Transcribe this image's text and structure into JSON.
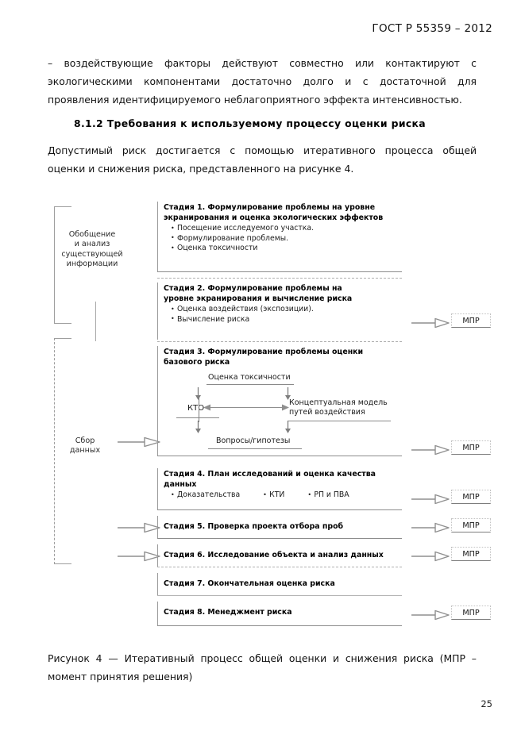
{
  "header": {
    "standard_title": "ГОСТ Р 55359 – 2012"
  },
  "body": {
    "paragraph_1": {
      "line_1": "–    воздействующие  факторы  действуют  совместно  или  контактируют  с",
      "line_2": "экологическими   компонентами   достаточно   долго   и   с   достаточной   для",
      "line_3": "проявления идентифицируемого неблагоприятного эффекта интенсивностью."
    },
    "section_heading": "8.1.2 Требования к используемому процессу оценки риска",
    "paragraph_2": {
      "line_1": "Допустимый  риск  достигается  с  помощью  итеративного  процесса  общей",
      "line_2": "оценки и снижения риска, представленного на рисунке 4."
    }
  },
  "figure": {
    "left_labels": {
      "summary": {
        "line_1": "Обобщение",
        "line_2": "и анализ",
        "line_3": "существующей",
        "line_4": "информации"
      },
      "data_collection": {
        "line_1": "Сбор",
        "line_2": "данных"
      }
    },
    "stages": [
      {
        "id": "stage-1",
        "title_line_1": "Стадия 1. Формулирование проблемы на уровне",
        "title_line_2": "экранирования и оценка экологических эффектов",
        "bullets": [
          "Посещение исследуемого участка.",
          "Формулирование проблемы.",
          "Оценка токсичности"
        ]
      },
      {
        "id": "stage-2",
        "title_line_1": "Стадия 2. Формулирование проблемы на",
        "title_line_2": "уровне экранирования и вычисление риска",
        "bullets": [
          "Оценка воздействия (экспозиции).",
          "Вычисление риска"
        ]
      },
      {
        "id": "stage-3",
        "title_line_1": "Стадия 3. Формулирование проблемы оценки",
        "title_line_2": "базового риска",
        "bullets": []
      },
      {
        "id": "stage-4",
        "title_line_1": "Стадия 4. План исследований и оценка качества",
        "title_line_2": "данных",
        "bullets": [
          "Доказательства",
          "КТИ",
          "РП и ПВА"
        ]
      },
      {
        "id": "stage-5",
        "title_line_1": "Стадия 5. Проверка проекта отбора проб",
        "title_line_2": "",
        "bullets": []
      },
      {
        "id": "stage-6",
        "title_line_1": "Стадия 6. Исследование объекта и анализ данных",
        "title_line_2": "",
        "bullets": []
      },
      {
        "id": "stage-7",
        "title_line_1": "Стадия 7. Окончательная оценка риска",
        "title_line_2": "",
        "bullets": []
      },
      {
        "id": "stage-8",
        "title_line_1": "Стадия 8. Менеджмент риска",
        "title_line_2": "",
        "bullets": []
      }
    ],
    "stage3_inner": {
      "toxicity": "Оценка токсичности",
      "kto": "КТО",
      "conceptual_model_line_1": "Концептуальная модель",
      "conceptual_model_line_2": "путей воздействия",
      "questions": "Вопросы/гипотезы"
    },
    "decision_points": [
      {
        "label": "МПР"
      },
      {
        "label": "МПР"
      },
      {
        "label": "МПР"
      },
      {
        "label": "МПР"
      },
      {
        "label": "МПР"
      }
    ]
  },
  "caption": {
    "line_1": "Рисунок  4  —  Итеративный  процесс  общей  оценки  и  снижения  риска  (МПР  –",
    "line_2": "момент принятия решения)"
  },
  "page_number": "25",
  "colors": {
    "rule": "#8c8c8c",
    "rule_light": "#b4b4b4",
    "arrow_stroke": "#8f8f8f",
    "text": "#111111"
  }
}
